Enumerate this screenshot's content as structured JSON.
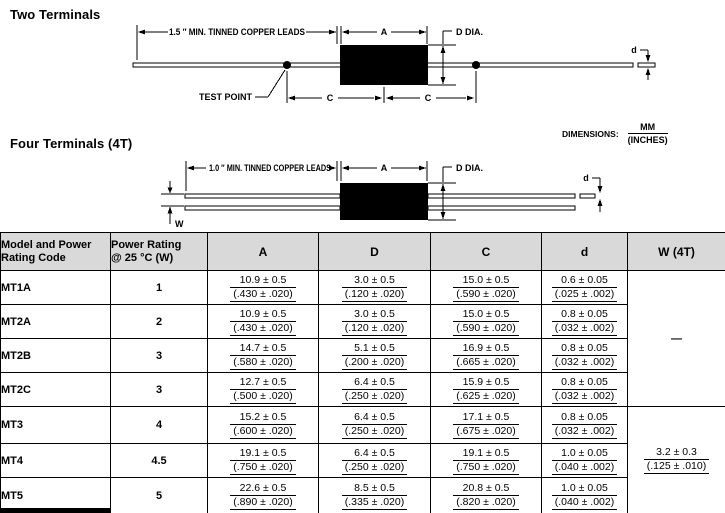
{
  "diagrams": {
    "two_terminal": {
      "title": "Two Terminals",
      "leads_note": "1.5 ″ MIN. TINNED COPPER LEADS",
      "test_point": "TEST POINT",
      "dim_a": "A",
      "dim_c_left": "C",
      "dim_c_right": "C",
      "dim_d_dia": "D DIA.",
      "dim_d": "d"
    },
    "four_terminal": {
      "title": "Four Terminals (4T)",
      "leads_note": "1.0 ″ MIN. TINNED COPPER LEADS",
      "dim_a": "A",
      "dim_d_dia": "D DIA.",
      "dim_d": "d",
      "dim_w": "W"
    }
  },
  "legend": {
    "label": "DIMENSIONS:",
    "unit_top": "MM",
    "unit_bottom": "(INCHES)"
  },
  "colors": {
    "header_bg": "#d9d9d9",
    "ink": "#000000"
  },
  "table": {
    "left_headers": [
      {
        "line1": "Model and Power",
        "line2": "Rating Code"
      },
      {
        "line1": "Power Rating",
        "line2": "@ 25 °C (W)"
      }
    ],
    "dim_headers": [
      "A",
      "D",
      "C",
      "d",
      "W (4T)"
    ],
    "rows": [
      {
        "model": "MT1A",
        "power": "1",
        "a": {
          "mm": "10.9 ± 0.5",
          "inch": "(.430 ± .020)"
        },
        "d_body": {
          "mm": "3.0 ± 0.5",
          "inch": "(.120 ± .020)"
        },
        "c": {
          "mm": "15.0 ± 0.5",
          "inch": "(.590 ± .020)"
        },
        "d_lead": {
          "mm": "0.6 ± 0.05",
          "inch": "(.025 ± .002)"
        }
      },
      {
        "model": "MT2A",
        "power": "2",
        "a": {
          "mm": "10.9 ± 0.5",
          "inch": "(.430 ± .020)"
        },
        "d_body": {
          "mm": "3.0 ± 0.5",
          "inch": "(.120 ± .020)"
        },
        "c": {
          "mm": "15.0 ± 0.5",
          "inch": "(.590 ± .020)"
        },
        "d_lead": {
          "mm": "0.8 ± 0.05",
          "inch": "(.032 ± .002)"
        }
      },
      {
        "model": "MT2B",
        "power": "3",
        "a": {
          "mm": "14.7 ± 0.5",
          "inch": "(.580 ± .020)"
        },
        "d_body": {
          "mm": "5.1 ± 0.5",
          "inch": "(.200 ± .020)"
        },
        "c": {
          "mm": "16.9 ± 0.5",
          "inch": "(.665 ± .020)"
        },
        "d_lead": {
          "mm": "0.8 ± 0.05",
          "inch": "(.032 ± .002)"
        }
      },
      {
        "model": "MT2C",
        "power": "3",
        "a": {
          "mm": "12.7 ± 0.5",
          "inch": "(.500 ± .020)"
        },
        "d_body": {
          "mm": "6.4 ± 0.5",
          "inch": "(.250 ± .020)"
        },
        "c": {
          "mm": "15.9 ± 0.5",
          "inch": "(.625 ± .020)"
        },
        "d_lead": {
          "mm": "0.8 ± 0.05",
          "inch": "(.032 ± .002)"
        }
      },
      {
        "model": "MT3",
        "power": "4",
        "a": {
          "mm": "15.2 ± 0.5",
          "inch": "(.600 ± .020)"
        },
        "d_body": {
          "mm": "6.4 ± 0.5",
          "inch": "(.250 ± .020)"
        },
        "c": {
          "mm": "17.1 ± 0.5",
          "inch": "(.675 ± .020)"
        },
        "d_lead": {
          "mm": "0.8 ± 0.05",
          "inch": "(.032 ± .002)"
        }
      },
      {
        "model": "MT4",
        "power": "4.5",
        "a": {
          "mm": "19.1 ± 0.5",
          "inch": "(.750 ± .020)"
        },
        "d_body": {
          "mm": "6.4 ± 0.5",
          "inch": "(.250 ± .020)"
        },
        "c": {
          "mm": "19.1 ± 0.5",
          "inch": "(.750 ± .020)"
        },
        "d_lead": {
          "mm": "1.0 ± 0.05",
          "inch": "(.040 ± .002)"
        }
      },
      {
        "model": "MT5",
        "power": "5",
        "a": {
          "mm": "22.6 ± 0.5",
          "inch": "(.890 ± .020)"
        },
        "d_body": {
          "mm": "8.5 ± 0.5",
          "inch": "(.335 ± .020)"
        },
        "c": {
          "mm": "20.8 ± 0.5",
          "inch": "(.820 ± .020)"
        },
        "d_lead": {
          "mm": "1.0 ± 0.05",
          "inch": "(.040 ± .002)"
        }
      }
    ],
    "w_column": {
      "dash": "—",
      "value": {
        "mm": "3.2 ± 0.3",
        "inch": "(.125 ± .010)"
      }
    }
  }
}
